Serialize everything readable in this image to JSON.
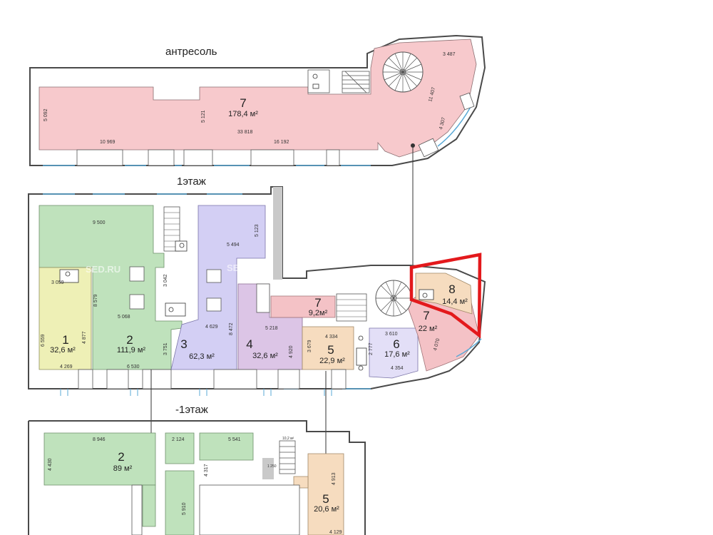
{
  "floors": {
    "mezzanine": {
      "title": "антресоль",
      "rooms": [
        {
          "number": "7",
          "area": "178,4 м²"
        }
      ],
      "dims": [
        "3 487",
        "5 092",
        "5 121",
        "10 969",
        "33 818",
        "16 192",
        "11 407",
        "4 307"
      ]
    },
    "first": {
      "title": "1этаж",
      "rooms": [
        {
          "number": "1",
          "area": "32,6 м²"
        },
        {
          "number": "2",
          "area": "111,9 м²"
        },
        {
          "number": "3",
          "area": "62,3 м²"
        },
        {
          "number": "4",
          "area": "32,6 м²"
        },
        {
          "number": "5",
          "area": "22,9 м²"
        },
        {
          "number": "6",
          "area": "17,6 м²"
        },
        {
          "number": "7",
          "area": "9,2м²"
        },
        {
          "number": "7",
          "area": "22 м²"
        },
        {
          "number": "8",
          "area": "14,4 м²"
        }
      ],
      "dims": [
        "9 500",
        "5 494",
        "5 123",
        "3 059",
        "8 579",
        "5 068",
        "3 042",
        "6 559",
        "4 877",
        "4 269",
        "6 530",
        "3 751",
        "4 629",
        "8 472",
        "5 218",
        "4 920",
        "3 679",
        "4 334",
        "2 777",
        "3 610",
        "4 354",
        "4 070"
      ]
    },
    "basement": {
      "title": "-1этаж",
      "rooms": [
        {
          "number": "2",
          "area": "89 м²"
        },
        {
          "number": "5",
          "area": "20,6 м²"
        }
      ],
      "dims": [
        "8 946",
        "4 430",
        "2 124",
        "5 541",
        "4 317",
        "5 910",
        "4 913",
        "4 129",
        "10,2 м²",
        "1 250"
      ]
    }
  },
  "watermarks": [
    "SED.RU",
    "SED.RU"
  ],
  "highlight": {
    "room": "8",
    "color": "#e3191c"
  },
  "colors": {
    "mezzanine_room": "#f7c9cc",
    "room_green": "#bfe2bc",
    "room_yellow": "#eef0b6",
    "room_lavender": "#d3cff4",
    "room_mauve": "#dcc5e6",
    "room_peach": "#f6dcbf",
    "room_pink": "#f4c2c6",
    "room_light_lavender": "#e3dff7",
    "link_line": "#333333"
  }
}
